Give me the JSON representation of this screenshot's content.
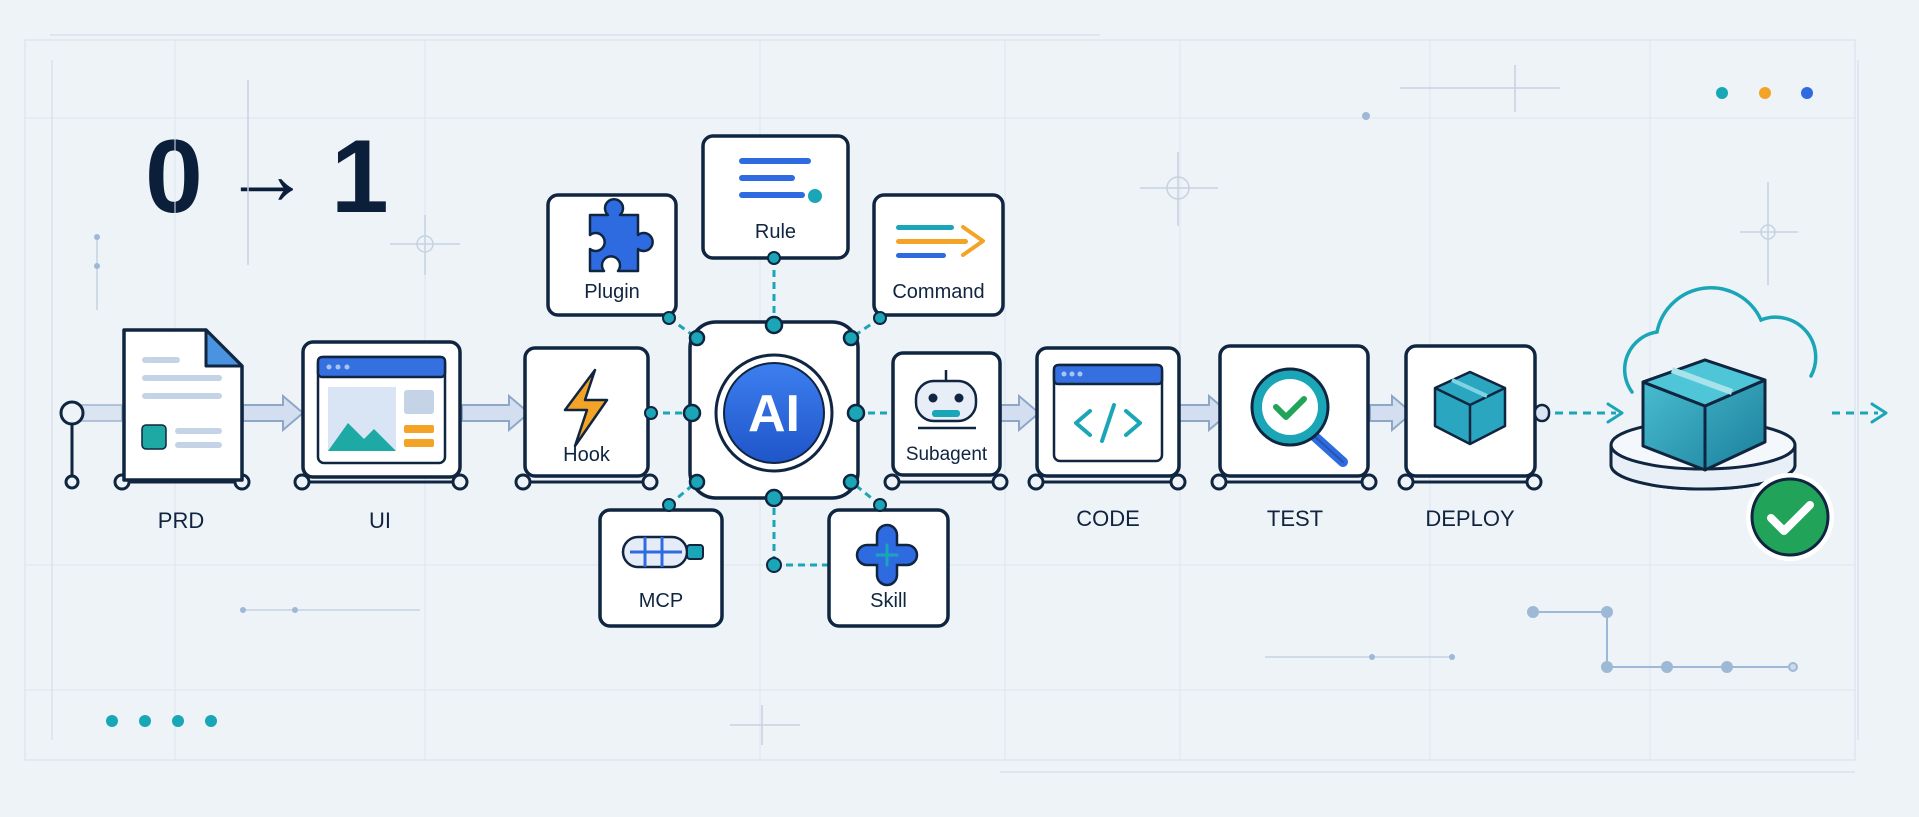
{
  "title": {
    "from": "0",
    "arrow": "→",
    "to": "1"
  },
  "stages": {
    "prd": "PRD",
    "ui": "UI",
    "code": "CODE",
    "test": "TEST",
    "deploy": "DEPLOY"
  },
  "ai": {
    "center": "AI",
    "hook": "Hook",
    "subagent": "Subagent",
    "plugin": "Plugin",
    "rule": "Rule",
    "command": "Command",
    "mcp": "MCP",
    "skill": "Skill"
  },
  "colors": {
    "background": "#eef3f8",
    "outline": "#0f2540",
    "accent_blue": "#2f6be0",
    "accent_teal": "#1aa6b7",
    "accent_orange": "#f3a427",
    "success_green": "#22a35a",
    "connector": "#c9d7ea"
  },
  "icons": {
    "prd": "document-icon",
    "ui": "window-image-icon",
    "hook": "lightning-icon",
    "subagent": "robot-icon",
    "plugin": "puzzle-icon",
    "rule": "lines-icon",
    "command": "command-arrow-icon",
    "mcp": "plug-icon",
    "skill": "plus-badge-icon",
    "code": "code-window-icon",
    "test": "magnifier-check-icon",
    "deploy": "box-icon",
    "deploy_target": "cloud-box-check-icon"
  }
}
